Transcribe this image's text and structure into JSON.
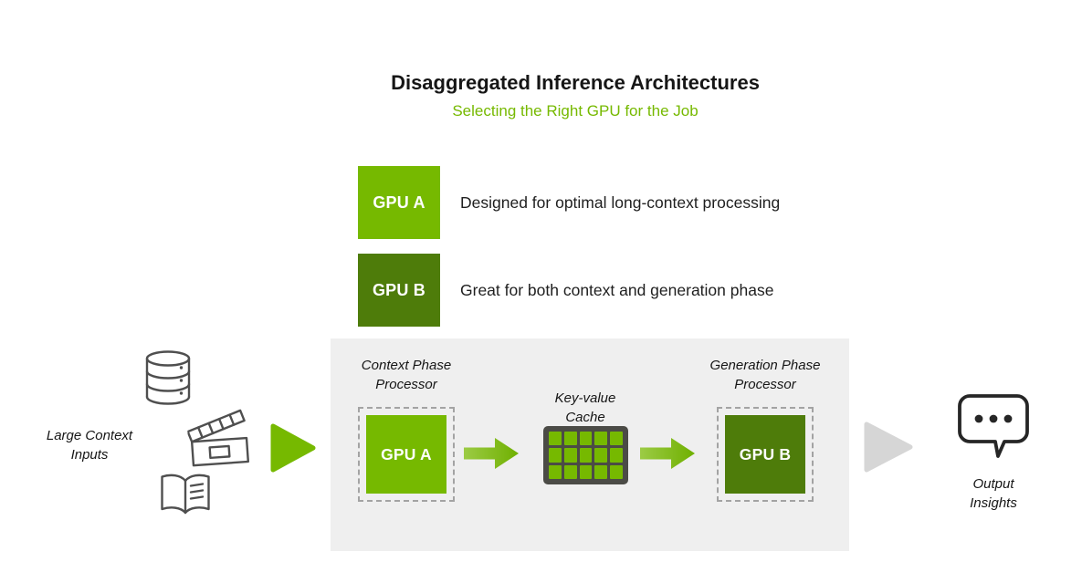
{
  "header": {
    "title": "Disaggregated Inference Architectures",
    "subtitle": "Selecting the Right GPU for the Job"
  },
  "legend": {
    "items": [
      {
        "id": "gpu-a",
        "label": "GPU A",
        "description": "Designed for optimal long-context processing",
        "color": "#76B900"
      },
      {
        "id": "gpu-b",
        "label": "GPU B",
        "description": "Great for both context and generation phase",
        "color": "#4E7C0A"
      }
    ]
  },
  "flow": {
    "input": {
      "label_line1": "Large Context",
      "label_line2": "Inputs",
      "icons": [
        "database-icon",
        "clapperboard-icon",
        "open-book-icon"
      ]
    },
    "context_stage": {
      "title_line1": "Context Phase",
      "title_line2": "Processor",
      "gpu_label": "GPU A"
    },
    "cache_stage": {
      "title_line1": "Key-value",
      "title_line2": "Cache",
      "grid": {
        "cols": 5,
        "rows": 3
      }
    },
    "generation_stage": {
      "title_line1": "Generation Phase",
      "title_line2": "Processor",
      "gpu_label": "GPU B"
    },
    "output": {
      "label_line1": "Output",
      "label_line2": "Insights",
      "icon": "chat-bubble-icon"
    }
  },
  "colors": {
    "gpu_a_green": "#76B900",
    "gpu_b_green": "#4E7C0A",
    "subtitle_green": "#76B900",
    "panel_gray": "#EFEFEF",
    "arrow_gray": "#D6D6D6",
    "cache_bg": "#4B4B46",
    "icon_stroke": "#4F4F4F"
  }
}
